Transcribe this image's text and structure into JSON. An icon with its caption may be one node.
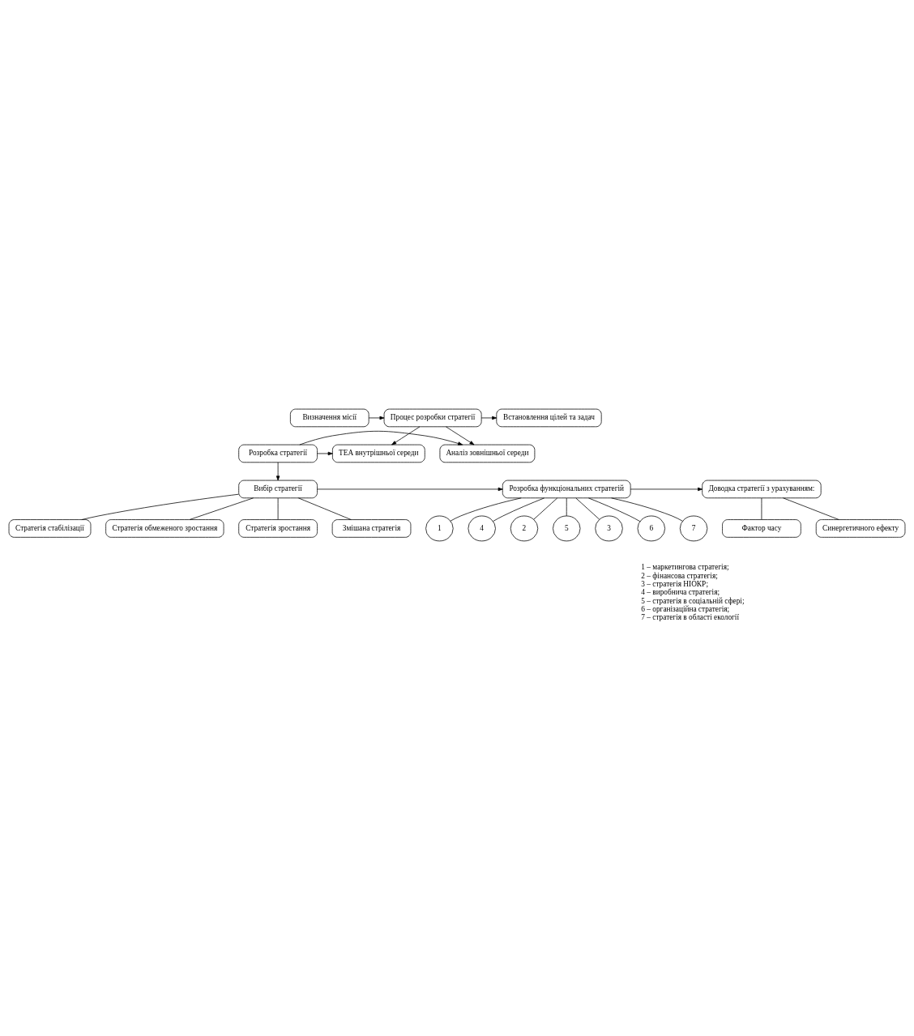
{
  "diagram": {
    "nodes": [
      {
        "text": [
          "Визначення місії"
        ]
      },
      {
        "text": [
          "Процес розробки стратегії"
        ]
      },
      {
        "text": [
          "Встановлення цілей та задач"
        ]
      },
      {
        "text": [
          "Аналіз зовнішньої середи"
        ]
      },
      {
        "text": [
          "Розробка стратегії"
        ]
      },
      {
        "text": [
          "ТЕА внутрішньої середи"
        ]
      },
      {
        "text": [
          "Вибір стратегії"
        ]
      },
      {
        "text": [
          "Розробка функціональних стратегій"
        ]
      },
      {
        "text": [
          "Доводка стратегії з урахуванням:"
        ]
      },
      {
        "text": [
          "Стратегія стабілізації"
        ]
      },
      {
        "text": [
          "Стратегія обмеженого зростання"
        ]
      },
      {
        "text": [
          "Стратегія зростання"
        ]
      },
      {
        "text": [
          "Змішана стратегія"
        ]
      },
      {
        "text": [
          "Фактор часу"
        ]
      },
      {
        "text": [
          "Синергетичного ефекту"
        ]
      },
      {
        "text": [
          "1"
        ]
      },
      {
        "text": [
          "4"
        ]
      },
      {
        "text": [
          "2"
        ]
      },
      {
        "text": [
          "5"
        ]
      },
      {
        "text": [
          "3"
        ]
      },
      {
        "text": [
          "6"
        ]
      },
      {
        "text": [
          "7"
        ]
      }
    ],
    "edges": [
      {
        "from": 0,
        "to": 1,
        "arrow": "to"
      },
      {
        "from": 1,
        "to": 2,
        "arrow": "to"
      },
      {
        "from": 1,
        "to": 3,
        "arrow": "to"
      },
      {
        "from": 1,
        "to": 5,
        "arrow": "to"
      },
      {
        "from": 4,
        "to": 3,
        "arrow": "to"
      },
      {
        "from": 4,
        "to": 5,
        "arrow": "to"
      },
      {
        "from": 4,
        "to": 6,
        "arrow": "to"
      },
      {
        "from": 6,
        "to": 7,
        "arrow": "to"
      },
      {
        "from": 7,
        "to": 8,
        "arrow": "to"
      },
      {
        "from": 6,
        "to": 9,
        "arrow": "none"
      },
      {
        "from": 6,
        "to": 10,
        "arrow": "none"
      },
      {
        "from": 6,
        "to": 11,
        "arrow": "none"
      },
      {
        "from": 6,
        "to": 12,
        "arrow": "none"
      },
      {
        "from": 8,
        "to": 13,
        "arrow": "none"
      },
      {
        "from": 8,
        "to": 14,
        "arrow": "none"
      },
      {
        "from": 7,
        "to": 15,
        "arrow": "none"
      },
      {
        "from": 7,
        "to": 16,
        "arrow": "none"
      },
      {
        "from": 7,
        "to": 17,
        "arrow": "none"
      },
      {
        "from": 7,
        "to": 18,
        "arrow": "none"
      },
      {
        "from": 7,
        "to": 19,
        "arrow": "none"
      },
      {
        "from": 7,
        "to": 20,
        "arrow": "none"
      },
      {
        "from": 7,
        "to": 21,
        "arrow": "none"
      }
    ],
    "labels": [
      "1 – маркетингова стратегія;",
      "2 – фінансова стратегія;",
      "3 – стратегія НІОКР;",
      "4 – виробнича стратегія;",
      "5 – стратегія в соціальній сфері;",
      "6 – організаційна стратегія;",
      "7 – стратегія в області екології"
    ]
  }
}
